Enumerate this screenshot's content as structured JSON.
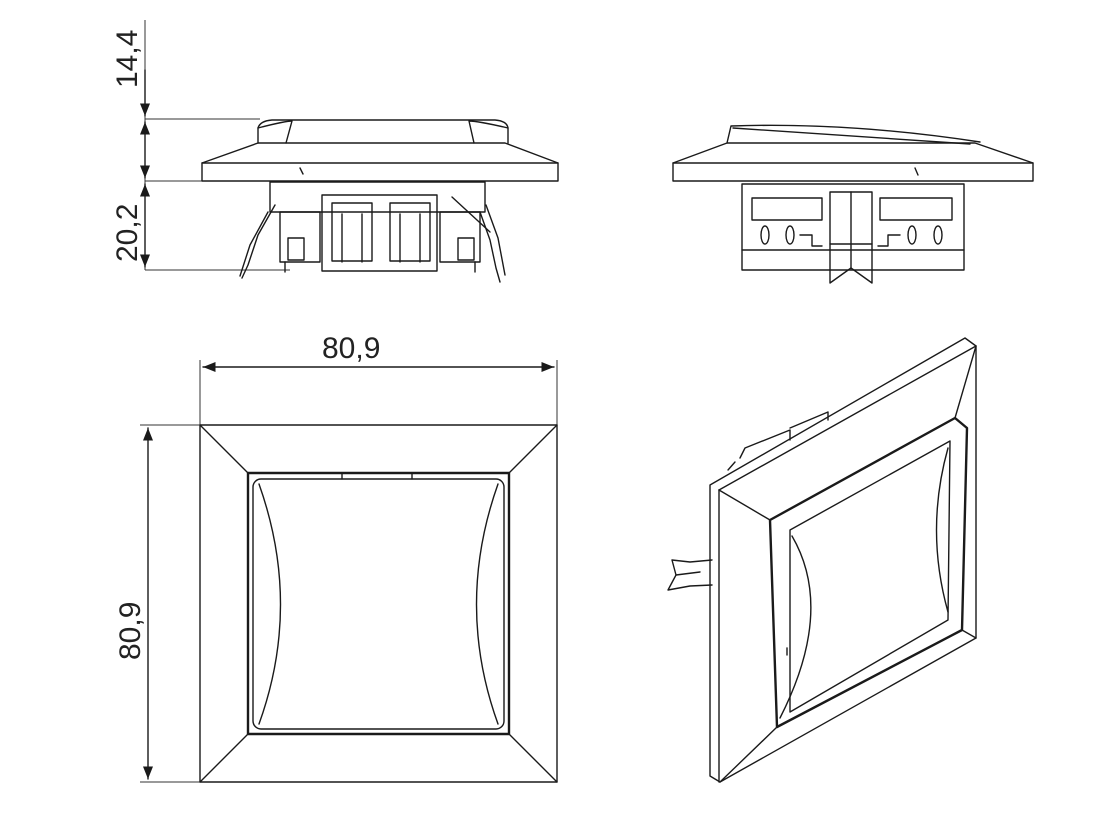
{
  "dimensions": {
    "protrusion_height": "14,4",
    "mount_depth": "20,2",
    "frame_width": "80,9",
    "frame_height": "80,9"
  },
  "colors": {
    "line": "#1a1a1a",
    "background": "#ffffff"
  }
}
